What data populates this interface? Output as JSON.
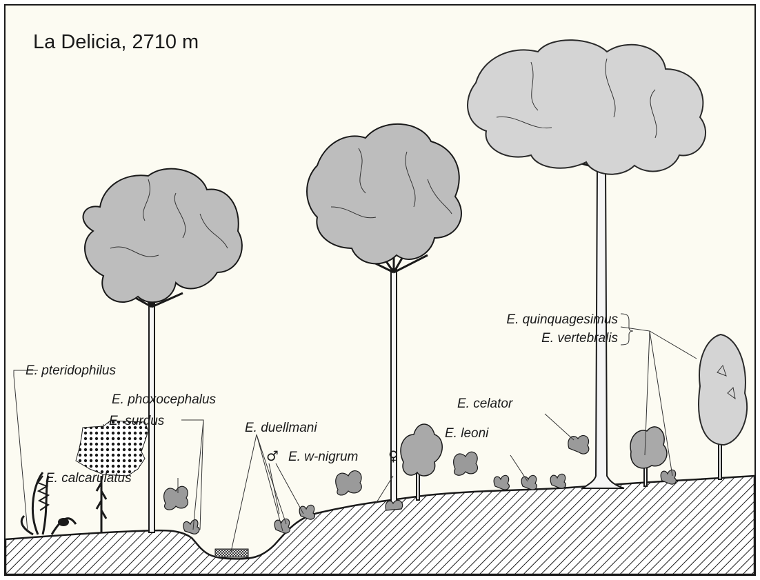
{
  "title": "La Delicia, 2710 m",
  "labels": {
    "pteridophilus": "E. pteridophilus",
    "phoxocephalus": "E. phoxocephalus",
    "surdus": "E. surdus",
    "calcarulatus": "E. calcarulatus",
    "duellmani": "E. duellmani",
    "wnigrum": "E. w-nigrum",
    "celator": "E. celator",
    "leoni": "E. leoni",
    "quinquagesimus": "E. quinquagesimus",
    "vertebralis": "E. vertebralis"
  },
  "symbols": {
    "male": "♂",
    "female": "♀"
  }
}
